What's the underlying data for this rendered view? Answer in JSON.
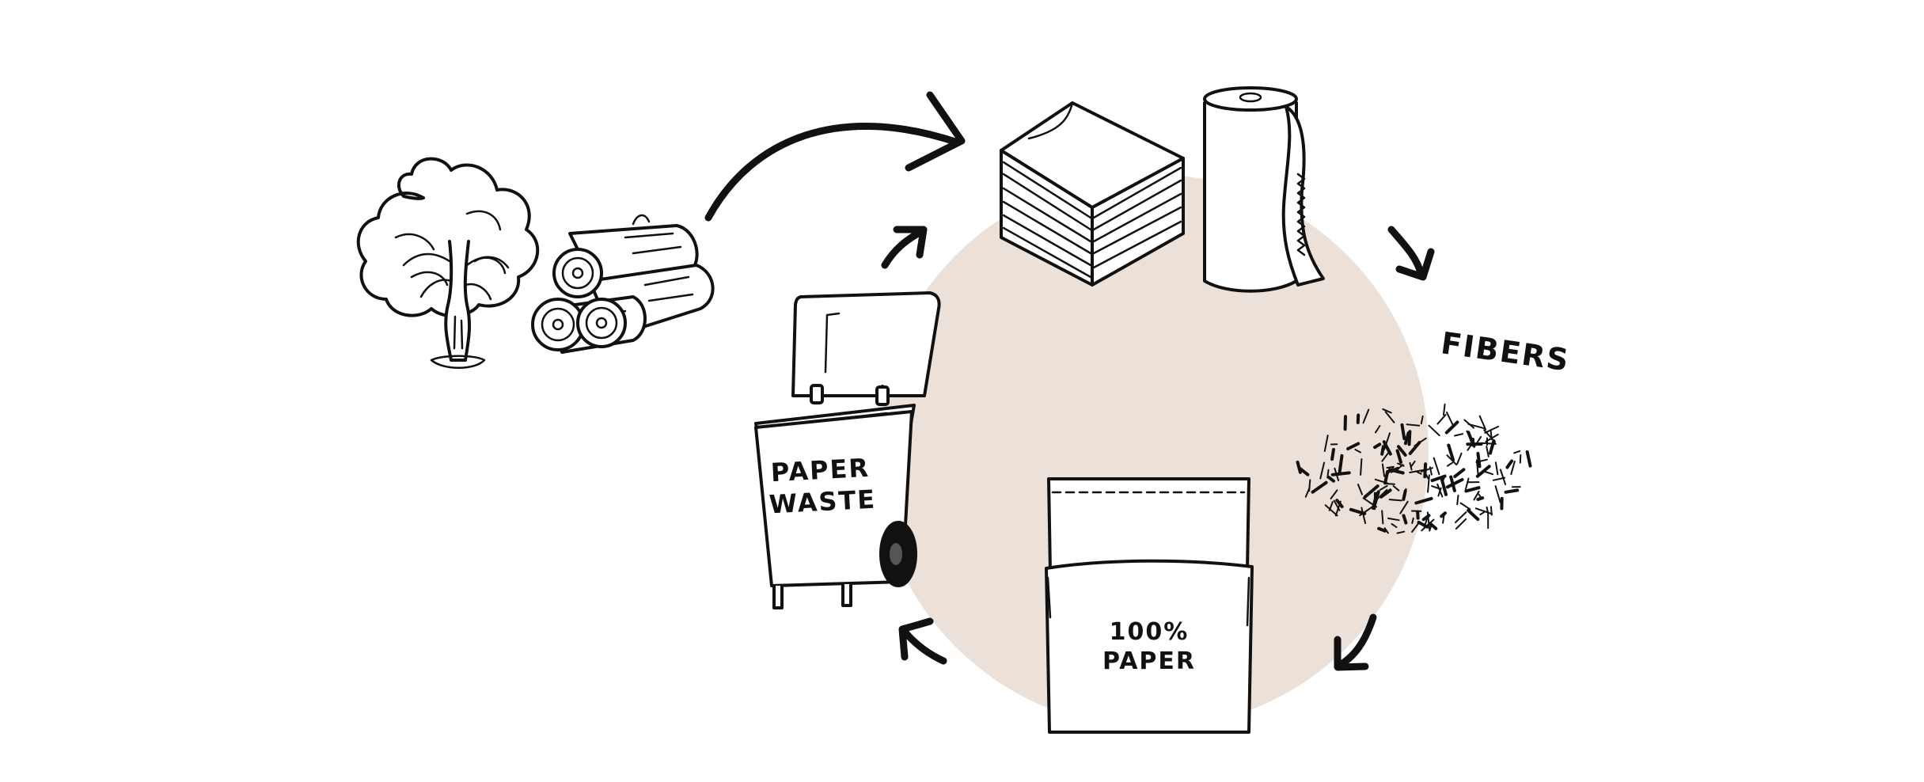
{
  "colors": {
    "ink": "#111111",
    "background": "#ffffff",
    "circle_fill": "#ebe1d8"
  },
  "labels": {
    "fibers": "FIBERS",
    "bag_line1": "100%",
    "bag_line2": "PAPER",
    "bin_line1": "PAPER",
    "bin_line2": "WASTE"
  },
  "icons": [
    "tree-icon",
    "logs-icon",
    "paper-stack-icon",
    "paper-towel-roll-icon",
    "fibers-icon",
    "paper-bag-icon",
    "recycling-bin-icon"
  ]
}
